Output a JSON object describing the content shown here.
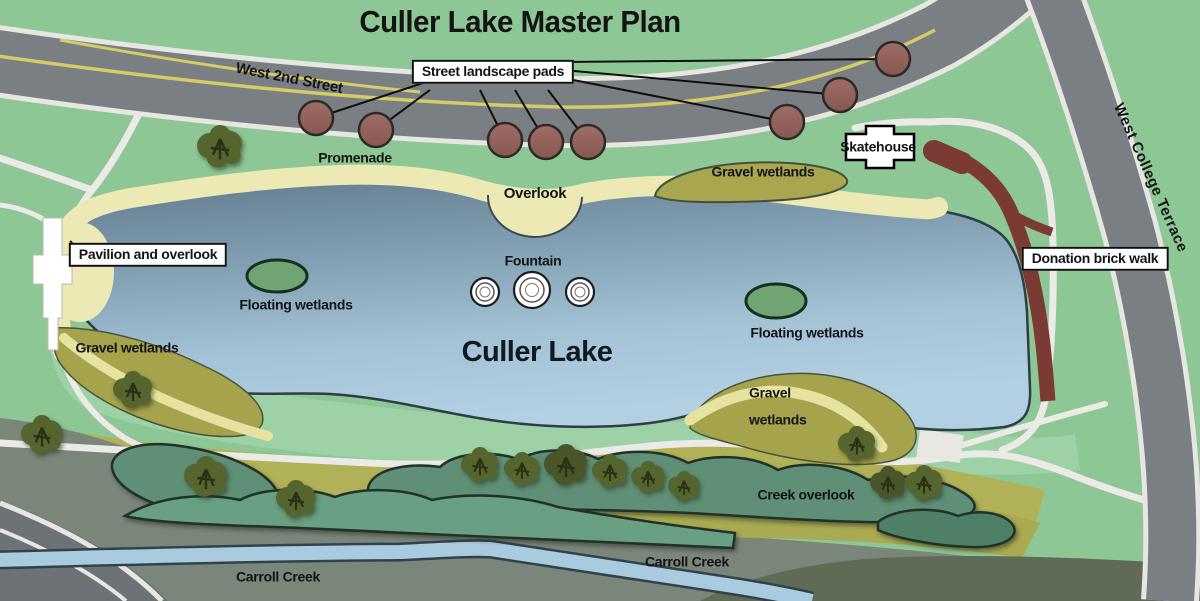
{
  "title": "Culler Lake Master Plan",
  "labels": {
    "west_2nd_street": "West 2nd Street",
    "street_landscape_pads": "Street landscape pads",
    "promenade": "Promenade",
    "overlook": "Overlook",
    "gravel_wetlands": "Gravel wetlands",
    "skatehouse": "Skatehouse",
    "west_college_terrace": "West College Terrace",
    "donation_brick_walk": "Donation brick walk",
    "pavilion_and_overlook": "Pavilion and overlook",
    "floating_wetlands": "Floating wetlands",
    "fountain": "Fountain",
    "culler_lake": "Culler Lake",
    "creek_overlook": "Creek overlook",
    "carroll_creek": "Carroll Creek"
  },
  "colors": {
    "lawn": "#8dc795",
    "lake_top": "#60798a",
    "lake_bottom": "#b2d0e2",
    "promenade": "#ece9b4",
    "road": "#7a7f83",
    "road_centerline": "#d5cb67",
    "path": "#eceae6",
    "gravel_wetland": "#a8a64e",
    "donation_brick_walk": "#7b3a33",
    "street_pad": "#96655f",
    "tree": "#57652f",
    "shrub": "#5f9077",
    "creek_water": "#a9cbdf",
    "creek_bank": "#7b867b"
  }
}
